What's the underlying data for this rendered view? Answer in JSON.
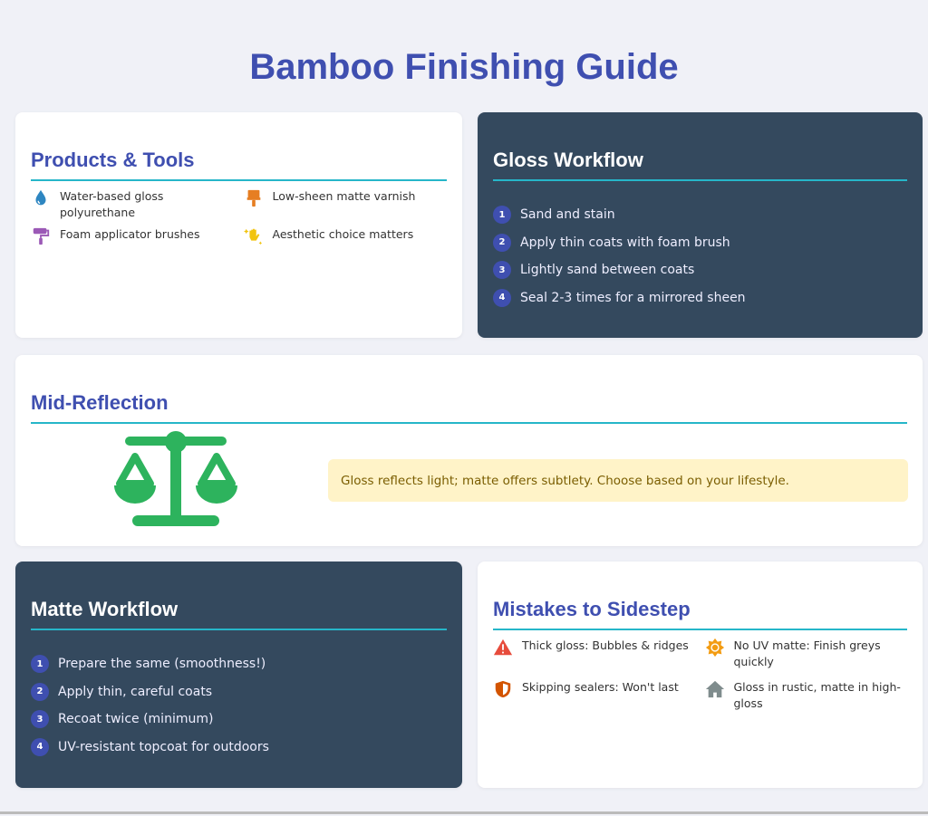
{
  "title": "Bamboo Finishing Guide",
  "products": {
    "heading": "Products & Tools",
    "items": [
      {
        "icon": "water-drop-icon",
        "text": "Water-based gloss polyurethane"
      },
      {
        "icon": "paintbrush-icon",
        "text": "Low-sheen matte varnish"
      },
      {
        "icon": "paint-roller-icon",
        "text": "Foam applicator brushes"
      },
      {
        "icon": "sparkle-hand-icon",
        "text": "Aesthetic choice matters"
      }
    ]
  },
  "gloss": {
    "heading": "Gloss Workflow",
    "steps": [
      "Sand and stain",
      "Apply thin coats with foam brush",
      "Lightly sand between coats",
      "Seal 2-3 times for a mirrored sheen"
    ]
  },
  "mid": {
    "heading": "Mid-Reflection",
    "note": "Gloss reflects light; matte offers subtlety. Choose based on your lifestyle."
  },
  "matte": {
    "heading": "Matte Workflow",
    "steps": [
      "Prepare the same (smoothness!)",
      "Apply thin, careful coats",
      "Recoat twice (minimum)",
      "UV-resistant topcoat for outdoors"
    ]
  },
  "mistakes": {
    "heading": "Mistakes to Sidestep",
    "items": [
      {
        "icon": "warning-icon",
        "text": "Thick gloss: Bubbles & ridges"
      },
      {
        "icon": "sun-icon",
        "text": "No UV matte: Finish greys quickly"
      },
      {
        "icon": "shield-icon",
        "text": "Skipping sealers: Won't last"
      },
      {
        "icon": "home-icon",
        "text": "Gloss in rustic, matte in high-gloss"
      }
    ]
  },
  "colors": {
    "accent": "#3f4fb0",
    "rule": "#26b6c9",
    "dark": "#34495e",
    "scale": "#2db35d"
  }
}
